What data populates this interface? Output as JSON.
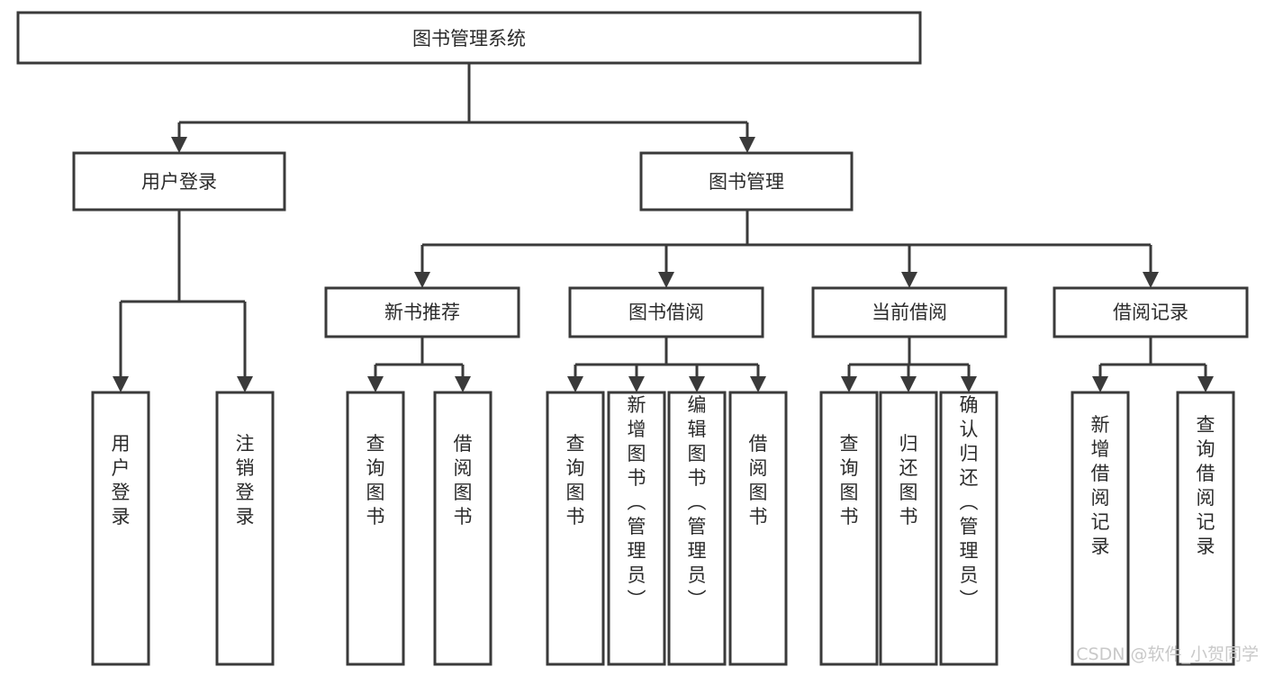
{
  "diagram": {
    "type": "tree",
    "title_node": {
      "label": "图书管理系统"
    },
    "level2": [
      {
        "label": "用户登录"
      },
      {
        "label": "图书管理"
      }
    ],
    "level3": [
      {
        "label": "新书推荐"
      },
      {
        "label": "图书借阅"
      },
      {
        "label": "当前借阅"
      },
      {
        "label": "借阅记录"
      }
    ],
    "leaves": {
      "user_login": [
        {
          "label": "用户登录"
        },
        {
          "label": "注销登录"
        }
      ],
      "new_book_recommend": [
        {
          "label": "查询图书"
        },
        {
          "label": "借阅图书"
        }
      ],
      "book_borrow": [
        {
          "label": "查询图书"
        },
        {
          "label": "新增图书（管理员）"
        },
        {
          "label": "编辑图书（管理员）"
        },
        {
          "label": "借阅图书"
        }
      ],
      "current_borrow": [
        {
          "label": "查询图书"
        },
        {
          "label": "归还图书"
        },
        {
          "label": "确认归还（管理员）"
        }
      ],
      "borrow_record": [
        {
          "label": "新增借阅记录"
        },
        {
          "label": "查询借阅记录"
        }
      ]
    }
  },
  "watermark": {
    "text": "CSDN @软件_小贺同学"
  },
  "colors": {
    "box_stroke": "#3a3a3a",
    "box_fill": "#ffffff",
    "text": "#2b2b2b",
    "watermark": "#c9c9c9",
    "background": "#ffffff"
  }
}
